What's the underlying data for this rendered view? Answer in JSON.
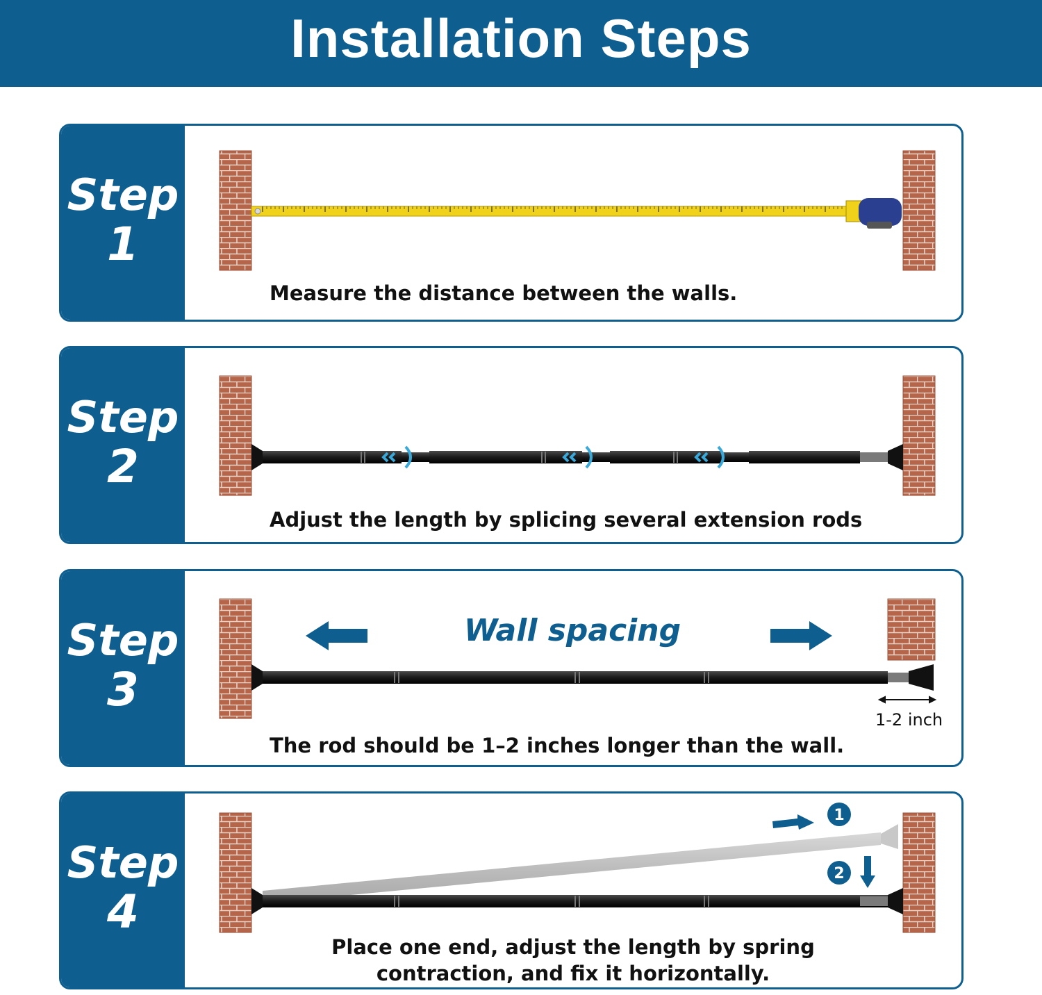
{
  "header": {
    "title": "Installation Steps"
  },
  "colors": {
    "brand_blue": "#0e5f8f",
    "brick": "#b5664a",
    "mortar": "#e8d3c8",
    "rod": "#1a1a1a",
    "accent_cyan": "#3aa8d8"
  },
  "steps": [
    {
      "word": "Step",
      "number": "1",
      "caption": "Measure the distance between the walls."
    },
    {
      "word": "Step",
      "number": "2",
      "caption": "Adjust the length by splicing several extension rods"
    },
    {
      "word": "Step",
      "number": "3",
      "caption": "The rod should be 1–2 inches longer than the wall.",
      "label": "Wall spacing",
      "gap_label": "1-2 inch"
    },
    {
      "word": "Step",
      "number": "4",
      "caption_line1": "Place one end, adjust the length by spring",
      "caption_line2": "contraction, and fix it horizontally.",
      "marker1": "1",
      "marker2": "2"
    }
  ]
}
